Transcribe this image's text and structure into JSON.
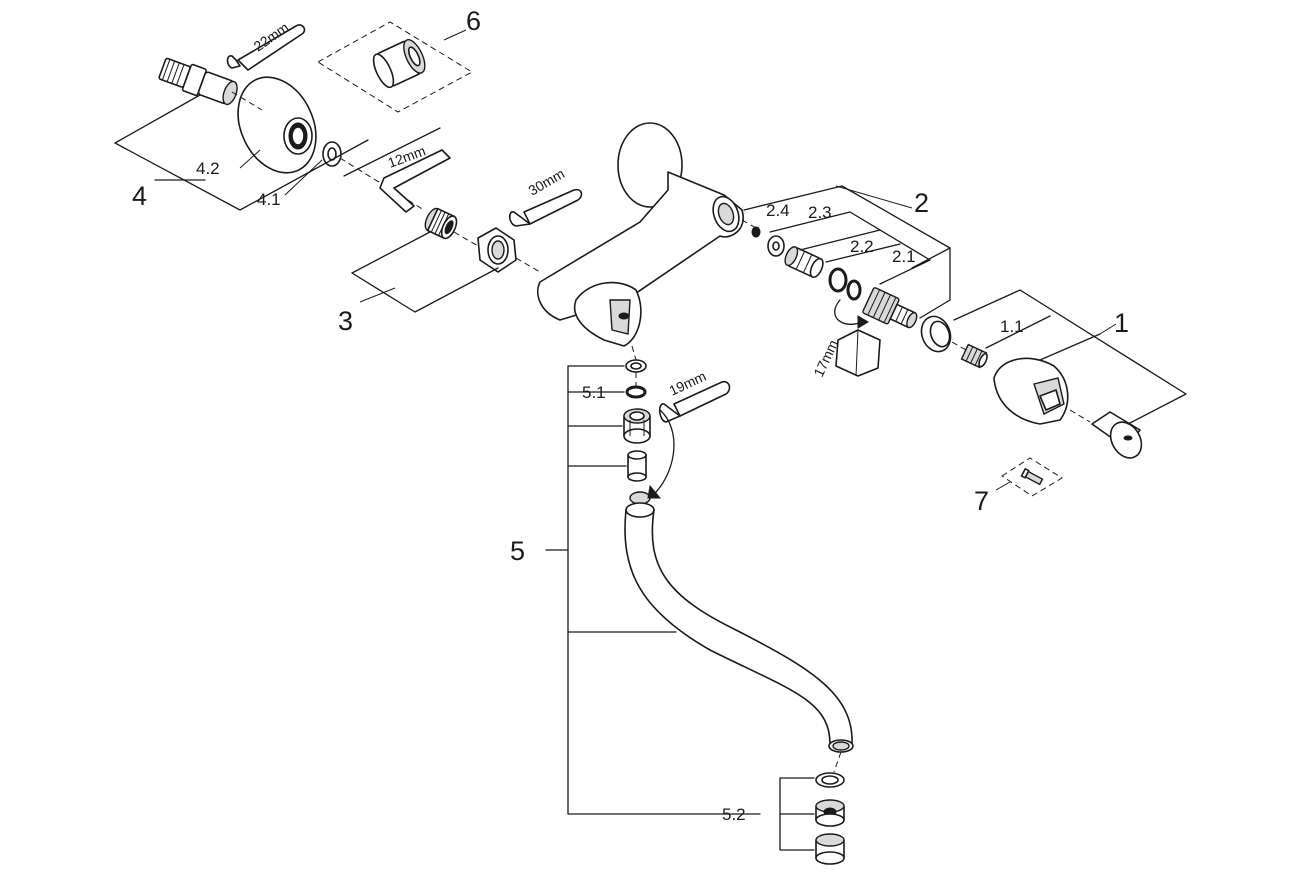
{
  "callouts": {
    "c1": "1",
    "c1_1": "1.1",
    "c2": "2",
    "c2_1": "2.1",
    "c2_2": "2.2",
    "c2_3": "2.3",
    "c2_4": "2.4",
    "c3": "3",
    "c4": "4",
    "c4_1": "4.1",
    "c4_2": "4.2",
    "c5": "5",
    "c5_1": "5.1",
    "c5_2": "5.2",
    "c6": "6",
    "c7": "7"
  },
  "tools": {
    "wrench_22": "22mm",
    "wrench_30": "30mm",
    "wrench_19": "19mm",
    "hex_key_12": "12mm",
    "socket_17": "17mm"
  }
}
